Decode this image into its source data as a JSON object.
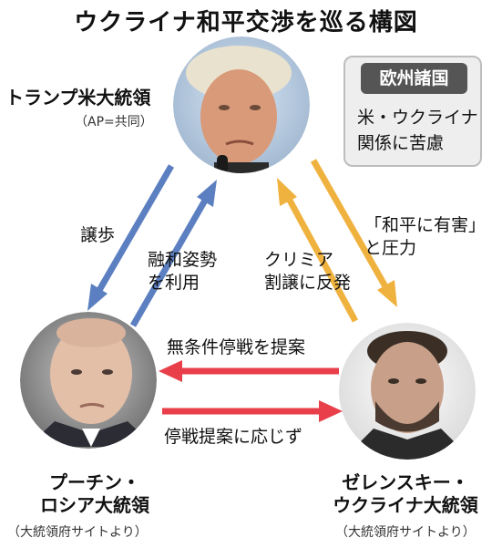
{
  "title": "ウクライナ和平交渉を巡る構図",
  "trump": {
    "name": "トランプ米大統領",
    "credit": "（AP=共同）"
  },
  "putin": {
    "name_line1": "プーチン・",
    "name_line2": "ロシア大統領",
    "credit": "（大統領府サイトより）"
  },
  "zelensky": {
    "name_line1": "ゼレンスキー・",
    "name_line2": "ウクライナ大統領",
    "credit": "（大統領府サイトより）"
  },
  "europe": {
    "heading": "欧州諸国",
    "line1": "米・ウクライナ",
    "line2": "関係に苦慮"
  },
  "arrows": {
    "concession": "譲歩",
    "conciliatory_line1": "融和姿勢",
    "conciliatory_line2": "を利用",
    "crimea_line1": "クリミア",
    "crimea_line2": "割譲に反発",
    "pressure_line1": "「和平に有害」",
    "pressure_line2": "と圧力",
    "ceasefire_proposal": "無条件停戦を提案",
    "ceasefire_refusal": "停戦提案に応じず"
  },
  "colors": {
    "blue": "#5b7fc0",
    "orange": "#f0b23e",
    "red": "#e83f4a"
  }
}
